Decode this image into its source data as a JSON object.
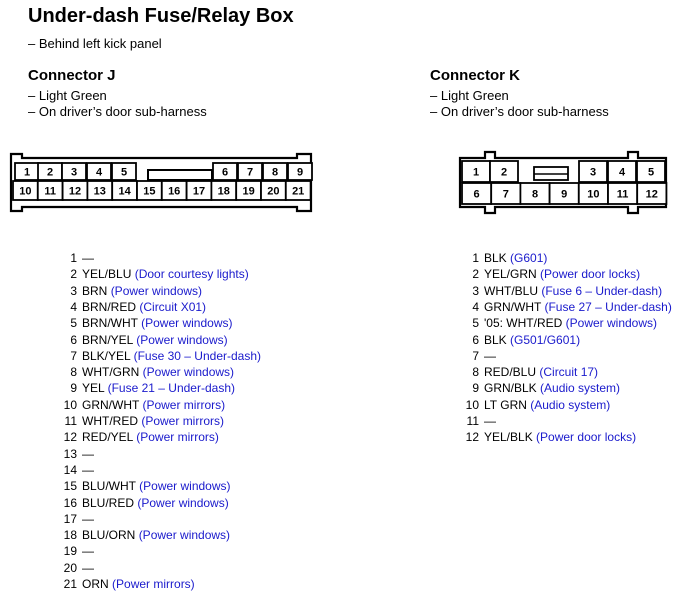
{
  "header": {
    "title": "Under-dash Fuse/Relay Box",
    "subtitle": "– Behind left kick panel"
  },
  "connector_j": {
    "title": "Connector J",
    "color_note": "– Light Green",
    "location_note": "– On driver’s door sub-harness",
    "pin_labels_top": [
      "1",
      "2",
      "3",
      "4",
      "5",
      "6",
      "7",
      "8",
      "9"
    ],
    "pin_labels_bottom": [
      "10",
      "11",
      "12",
      "13",
      "14",
      "15",
      "16",
      "17",
      "18",
      "19",
      "20",
      "21"
    ],
    "pins": [
      {
        "num": "1",
        "wire": "—",
        "desc": ""
      },
      {
        "num": "2",
        "wire": "YEL/BLU",
        "desc": "(Door courtesy lights)"
      },
      {
        "num": "3",
        "wire": "BRN",
        "desc": "(Power windows)"
      },
      {
        "num": "4",
        "wire": "BRN/RED",
        "desc": "(Circuit X01)"
      },
      {
        "num": "5",
        "wire": "BRN/WHT",
        "desc": "(Power windows)"
      },
      {
        "num": "6",
        "wire": "BRN/YEL",
        "desc": "(Power windows)"
      },
      {
        "num": "7",
        "wire": "BLK/YEL",
        "desc": "(Fuse 30 – Under-dash)"
      },
      {
        "num": "8",
        "wire": "WHT/GRN",
        "desc": "(Power windows)"
      },
      {
        "num": "9",
        "wire": "YEL",
        "desc": "(Fuse 21 – Under-dash)"
      },
      {
        "num": "10",
        "wire": "GRN/WHT",
        "desc": "(Power mirrors)"
      },
      {
        "num": "11",
        "wire": "WHT/RED",
        "desc": "(Power mirrors)"
      },
      {
        "num": "12",
        "wire": "RED/YEL",
        "desc": "(Power mirrors)"
      },
      {
        "num": "13",
        "wire": "—",
        "desc": ""
      },
      {
        "num": "14",
        "wire": "—",
        "desc": ""
      },
      {
        "num": "15",
        "wire": "BLU/WHT",
        "desc": "(Power windows)"
      },
      {
        "num": "16",
        "wire": "BLU/RED",
        "desc": "(Power windows)"
      },
      {
        "num": "17",
        "wire": "—",
        "desc": ""
      },
      {
        "num": "18",
        "wire": "BLU/ORN",
        "desc": "(Power windows)"
      },
      {
        "num": "19",
        "wire": "—",
        "desc": ""
      },
      {
        "num": "20",
        "wire": "—",
        "desc": ""
      },
      {
        "num": "21",
        "wire": "ORN",
        "desc": "(Power mirrors)"
      }
    ]
  },
  "connector_k": {
    "title": "Connector K",
    "color_note": "– Light Green",
    "location_note": "– On driver’s door sub-harness",
    "pin_labels_top": [
      "1",
      "2",
      "3",
      "4",
      "5"
    ],
    "pin_labels_bottom": [
      "6",
      "7",
      "8",
      "9",
      "10",
      "11",
      "12"
    ],
    "pins": [
      {
        "num": "1",
        "wire": "BLK",
        "desc": "(G601)"
      },
      {
        "num": "2",
        "wire": "YEL/GRN",
        "desc": "(Power door locks)"
      },
      {
        "num": "3",
        "wire": "WHT/BLU",
        "desc": "(Fuse 6 – Under-dash)"
      },
      {
        "num": "4",
        "wire": "GRN/WHT",
        "desc": "(Fuse 27 – Under-dash)"
      },
      {
        "num": "5",
        "wire": "'05: WHT/RED",
        "desc": "(Power windows)"
      },
      {
        "num": "6",
        "wire": "BLK",
        "desc": "(G501/G601)"
      },
      {
        "num": "7",
        "wire": "—",
        "desc": ""
      },
      {
        "num": "8",
        "wire": "RED/BLU",
        "desc": "(Circuit 17)"
      },
      {
        "num": "9",
        "wire": "GRN/BLK",
        "desc": "(Audio system)"
      },
      {
        "num": "10",
        "wire": "LT GRN",
        "desc": "(Audio system)"
      },
      {
        "num": "11",
        "wire": "—",
        "desc": ""
      },
      {
        "num": "12",
        "wire": "YEL/BLK",
        "desc": "(Power door locks)"
      }
    ]
  }
}
